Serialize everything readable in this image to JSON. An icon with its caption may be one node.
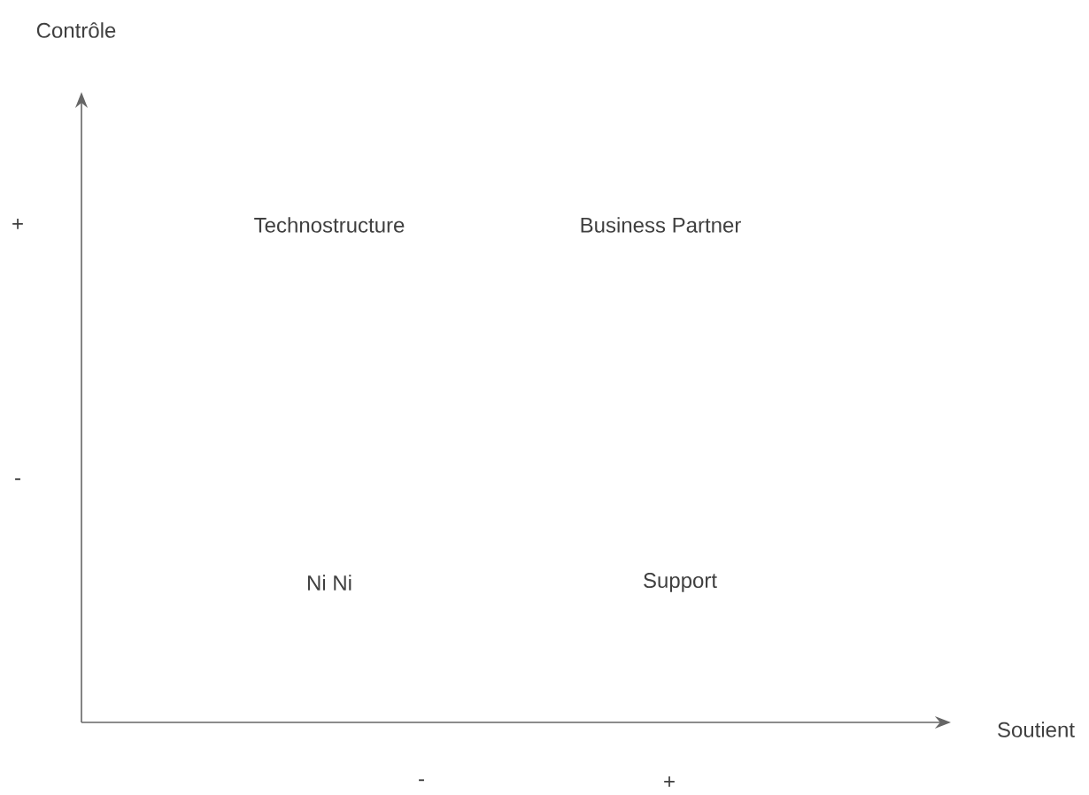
{
  "diagram": {
    "labels": [
      "Contrôle",
      "+",
      "Technostructure",
      "Business Partner",
      "-",
      "Ni Ni",
      "Support",
      "Soutient",
      "-",
      "+"
    ]
  }
}
